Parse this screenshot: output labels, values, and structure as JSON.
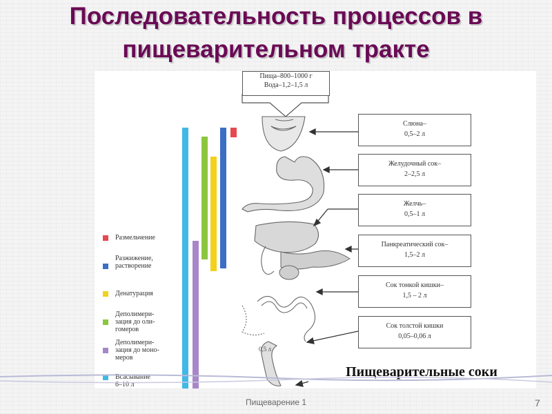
{
  "title": {
    "line1": "Последовательность процессов в",
    "line2": "пищеварительном тракте"
  },
  "figure": {
    "food_intake": {
      "line1": "Пища–800–1000 г",
      "line2": "Вода–1,2–1,5 л"
    },
    "juices": [
      {
        "name": "Слюна–",
        "amount": "0,5–2 л"
      },
      {
        "name": "Желудочный сок–",
        "amount": "2–2,5 л"
      },
      {
        "name": "Желчь–",
        "amount": "0,5–1 л"
      },
      {
        "name": "Панкреатический сок–",
        "amount": "1,5–2 л"
      },
      {
        "name": "Сок тонкой кишки–",
        "amount": "1,5 – 2 л"
      },
      {
        "name": "Сок толстой кишки",
        "amount": "0,05–0,06 л"
      }
    ],
    "colon_amount": "0,5 л",
    "legend": [
      {
        "label": "Размельчение",
        "color": "#e8484f"
      },
      {
        "label": "Разжижение,\nрастворение",
        "color": "#3a6fc4"
      },
      {
        "label": "Денатурация",
        "color": "#f2d21a"
      },
      {
        "label": "Деполимери-\nзация до оли-\nгомеров",
        "color": "#8cc63f"
      },
      {
        "label": "Деполимери-\nзация до моно-\nмеров",
        "color": "#a887c9"
      },
      {
        "label": "Всасывание\n6–10 л",
        "color": "#41b8e6"
      }
    ],
    "caption": "Пищеварительные соки"
  },
  "footer": {
    "text": "Пищеварение 1",
    "page": "7"
  }
}
